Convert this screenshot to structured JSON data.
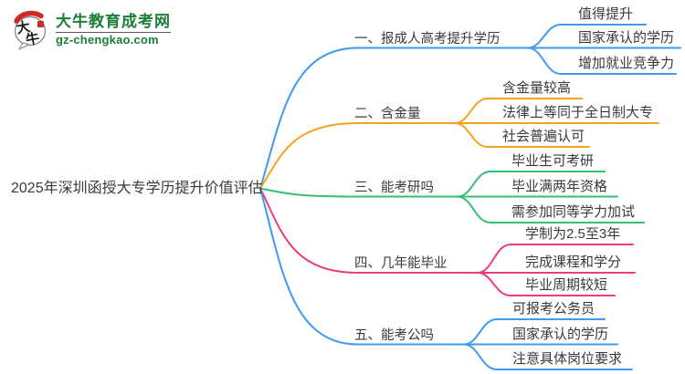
{
  "logo": {
    "brand_name": "大牛教育成考网",
    "site_url": "gz-chengkao.com",
    "brand_color": "#1b7e38",
    "icon": {
      "name": "daniu-bull-speech-bubble-icon",
      "chars": "大牛",
      "accent_color": "#cf2b24"
    }
  },
  "mindmap": {
    "central_topic": "2025年深圳函授大专学历提升价值评估",
    "text_color": "#3a3a3a",
    "branches": [
      {
        "label": "一、报成人高考提升学历",
        "color": "#3d9bf5",
        "children": [
          "值得提升",
          "国家承认的学历",
          "增加就业竞争力"
        ]
      },
      {
        "label": "二、含金量",
        "color": "#f9a11c",
        "children": [
          "含金量较高",
          "法律上等同于全日制大专",
          "社会普遍认可"
        ]
      },
      {
        "label": "三、能考研吗",
        "color": "#36be74",
        "children": [
          "毕业生可考研",
          "毕业满两年资格",
          "需参加同等学力加试"
        ]
      },
      {
        "label": "四、几年能毕业",
        "color": "#ee3a81",
        "children": [
          "学制为2.5至3年",
          "完成课程和学分",
          "毕业周期较短"
        ]
      },
      {
        "label": "五、能考公吗",
        "color": "#3d9bf5",
        "children": [
          "可报考公务员",
          "国家承认的学历",
          "注意具体岗位要求"
        ]
      }
    ]
  }
}
